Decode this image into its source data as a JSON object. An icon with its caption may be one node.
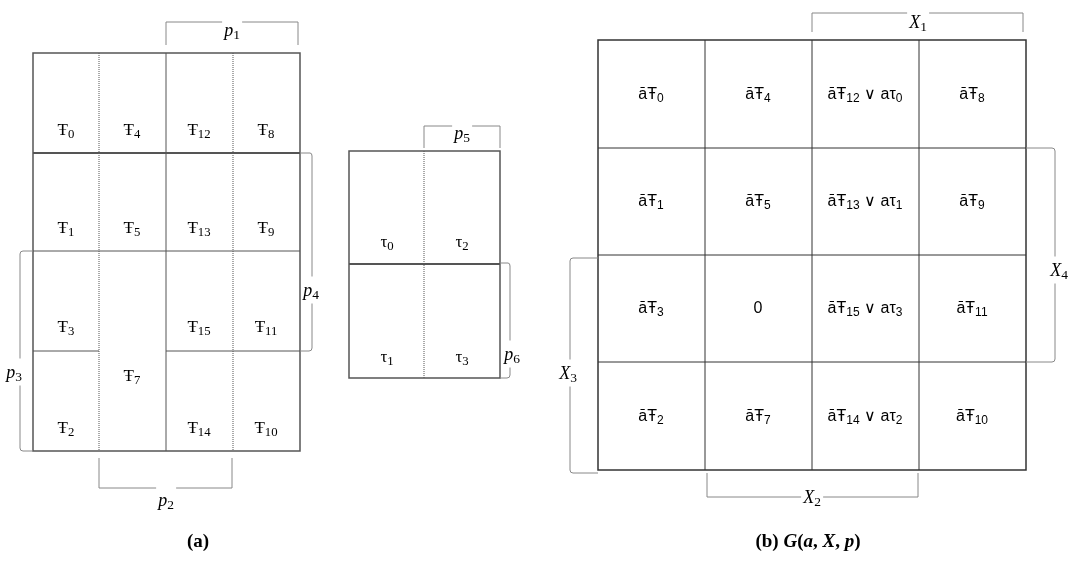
{
  "diagram": {
    "labels": [
      "Ŧ$_{0}$",
      "Ŧ$_{4}$",
      "Ŧ$_{12}$",
      "Ŧ$_{8}$",
      "Ŧ$_{1}$",
      "Ŧ$_{5}$",
      "Ŧ$_{13}$",
      "Ŧ$_{9}$",
      "Ŧ$_{3}$",
      "Ŧ$_{7}$",
      "Ŧ$_{15}$",
      "Ŧ$_{11}$",
      "Ŧ$_{2}$",
      "Ŧ$_{14}$",
      "Ŧ$_{10}$",
      "τ$_{0}$",
      "τ$_{2}$",
      "τ$_{1}$",
      "τ$_{3}$",
      "āŦ$_{0}$",
      "āŦ$_{4}$",
      "āŦ$_{12}$ ∨ aτ$_{0}$",
      "āŦ$_{8}$",
      "āŦ$_{1}$",
      "āŦ$_{5}$",
      "āŦ$_{13}$ ∨ aτ$_{1}$",
      "āŦ$_{9}$",
      "āŦ$_{3}$",
      "0",
      "āŦ$_{15}$ ∨ aτ$_{3}$",
      "āŦ$_{11}$",
      "āŦ$_{2}$",
      "āŦ$_{7}$",
      "āŦ$_{14}$ ∨ aτ$_{2}$",
      "āŦ$_{10}$",
      "*p*$_{1}$",
      "*p*$_{2}$",
      "*p*$_{3}$",
      "*p*$_{4}$",
      "*p*$_{5}$",
      "*p*$_{6}$",
      "*X*$_{1}$",
      "*X*$_{2}$",
      "*X*$_{3}$",
      "*X*$_{4}$",
      "(a)",
      "(b) *G*(*a*, *X*, *p*)"
    ]
  }
}
